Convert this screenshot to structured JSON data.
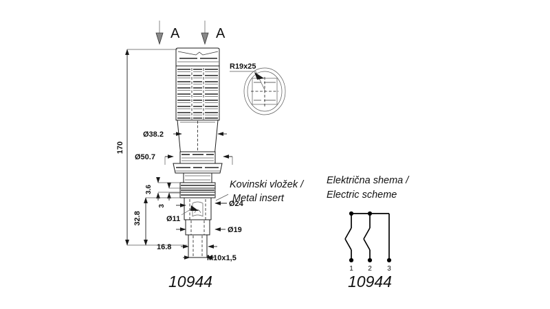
{
  "drawing": {
    "section_markers": [
      {
        "label": "A",
        "icon": "down-arrow-icon"
      },
      {
        "label": "A",
        "icon": "down-arrow-icon"
      }
    ],
    "dimensions": {
      "overall_height": "170",
      "cone_top_diameter": "Ø38.2",
      "flange_diameter": "Ø50.7",
      "insert_thickness": "3.6",
      "insert_gap": "3",
      "lower_height": "32.8",
      "hole_diameter": "Ø11",
      "insert_diameter": "Ø24",
      "stem_diameter": "Ø19",
      "thread_length": "16.8",
      "thread_spec": "M10x1,5"
    },
    "section_detail": {
      "label": "R19x25"
    },
    "notes": {
      "metal_insert_line1": "Kovinski vložek /",
      "metal_insert_line2": "Metal insert",
      "scheme_line1": "Električna shema /",
      "scheme_line2": "Electric scheme"
    },
    "captures": {
      "part_caption": "10944",
      "scheme_caption": "10944"
    },
    "electric_scheme": {
      "terminals": [
        {
          "label": "1"
        },
        {
          "label": "2"
        },
        {
          "label": "3"
        }
      ]
    },
    "colors": {
      "line": "#1a1a1a",
      "text": "#111111",
      "background": "#ffffff"
    }
  }
}
